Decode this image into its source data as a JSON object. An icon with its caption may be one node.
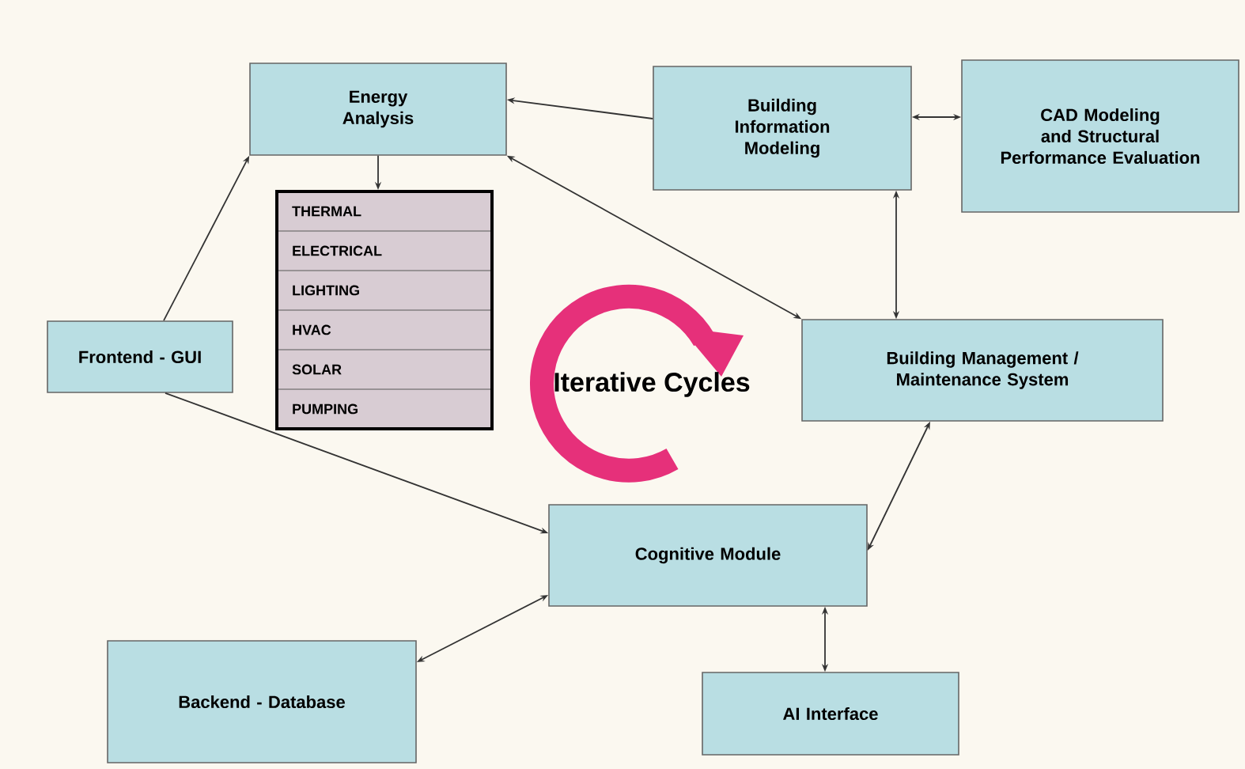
{
  "diagram": {
    "nodes": [
      {
        "text": [
          "Energy Analysis"
        ]
      },
      {
        "text": [
          "Building Information Modeling"
        ]
      },
      {
        "text": [
          "CAD Modeling and Structural Performance Evaluation"
        ]
      },
      {
        "text": [
          "THERMAL",
          "ELECTRICAL",
          "LIGHTING",
          "HVAC",
          "SOLAR",
          "PUMPING"
        ]
      },
      {
        "text": [
          "Frontend - GUI"
        ]
      },
      {
        "text": [
          "Building Management / Maintenance System"
        ]
      },
      {
        "text": [
          "Cognitive Module"
        ]
      },
      {
        "text": [
          "Backend - Database"
        ]
      },
      {
        "text": [
          "AI Interface"
        ]
      }
    ],
    "edges": [
      {
        "from": 1,
        "to": 0,
        "arrow": "to"
      },
      {
        "from": 1,
        "to": 2,
        "arrow": "both"
      },
      {
        "from": 0,
        "to": 3,
        "arrow": "to"
      },
      {
        "from": 4,
        "to": 0,
        "arrow": "to"
      },
      {
        "from": 5,
        "to": 0,
        "arrow": "both"
      },
      {
        "from": 1,
        "to": 5,
        "arrow": "both"
      },
      {
        "from": 4,
        "to": 6,
        "arrow": "to"
      },
      {
        "from": 5,
        "to": 6,
        "arrow": "both"
      },
      {
        "from": 7,
        "to": 6,
        "arrow": "both"
      },
      {
        "from": 6,
        "to": 8,
        "arrow": "both"
      }
    ],
    "labels": [
      "Iterative Cycles"
    ]
  }
}
